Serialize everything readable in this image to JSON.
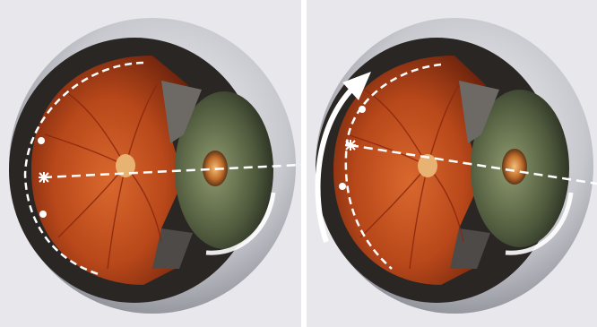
{
  "panels": [
    {
      "id": "left",
      "description_markers": [
        "asterisk-marker",
        "dot-marker-upper",
        "dot-marker-lower"
      ],
      "has_rotation_arrow": false
    },
    {
      "id": "right",
      "description_markers": [
        "asterisk-marker",
        "dot-marker-upper",
        "dot-marker-lower"
      ],
      "has_rotation_arrow": true
    }
  ],
  "colors": {
    "background": "#ffffff",
    "sclera": "#c9c9cf",
    "retina": "#c0501e",
    "retina_dark": "#7a2a10",
    "optic_disc": "#e8b070",
    "iris": "#5f6b4c",
    "pupil_ring": "#d98a3a",
    "dash_line": "#ffffff",
    "arrow": "#ffffff"
  }
}
